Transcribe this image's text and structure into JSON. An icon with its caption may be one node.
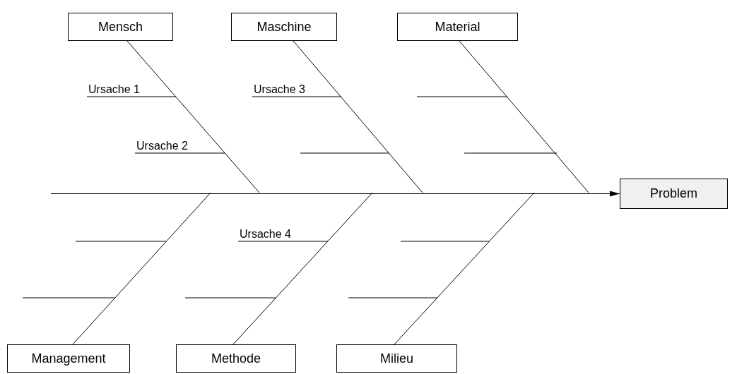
{
  "diagram": {
    "nodes": [
      {
        "text": [
          "Mensch"
        ]
      },
      {
        "text": [
          "Maschine"
        ]
      },
      {
        "text": [
          "Material"
        ]
      },
      {
        "text": [
          "Management"
        ]
      },
      {
        "text": [
          "Methode"
        ]
      },
      {
        "text": [
          "Milieu"
        ]
      },
      {
        "text": [
          "Problem"
        ]
      }
    ],
    "edges": [
      {
        "from": null,
        "to": 6,
        "arrow": "to"
      },
      {
        "from": 0,
        "to": null,
        "arrow": "none"
      },
      {
        "from": 1,
        "to": null,
        "arrow": "none"
      },
      {
        "from": 2,
        "to": null,
        "arrow": "none"
      },
      {
        "from": 3,
        "to": null,
        "arrow": "none"
      },
      {
        "from": 4,
        "to": null,
        "arrow": "none"
      },
      {
        "from": 5,
        "to": null,
        "arrow": "none"
      }
    ],
    "labels": [
      "Ursache 1",
      "Ursache 3",
      "Ursache 2",
      "Ursache 4"
    ]
  }
}
